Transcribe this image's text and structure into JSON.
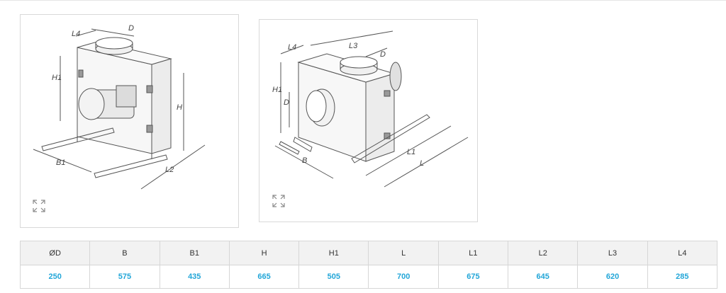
{
  "diagrams": [
    {
      "labels": {
        "l4": "L4",
        "d": "D",
        "h1": "H1",
        "h": "H",
        "b1": "B1",
        "l2": "L2"
      }
    },
    {
      "labels": {
        "l4": "L4",
        "l3": "L3",
        "d_top": "D",
        "h1": "H1",
        "d_side": "D",
        "b": "B",
        "l1": "L1",
        "l": "L"
      }
    }
  ],
  "table": {
    "headers": [
      "ØD",
      "B",
      "B1",
      "H",
      "H1",
      "L",
      "L1",
      "L2",
      "L3",
      "L4"
    ],
    "values": [
      "250",
      "575",
      "435",
      "665",
      "505",
      "700",
      "675",
      "645",
      "620",
      "285"
    ]
  },
  "colors": {
    "value": "#22a6d8",
    "header_bg": "#f2f2f2",
    "border": "#d6d6d6"
  }
}
